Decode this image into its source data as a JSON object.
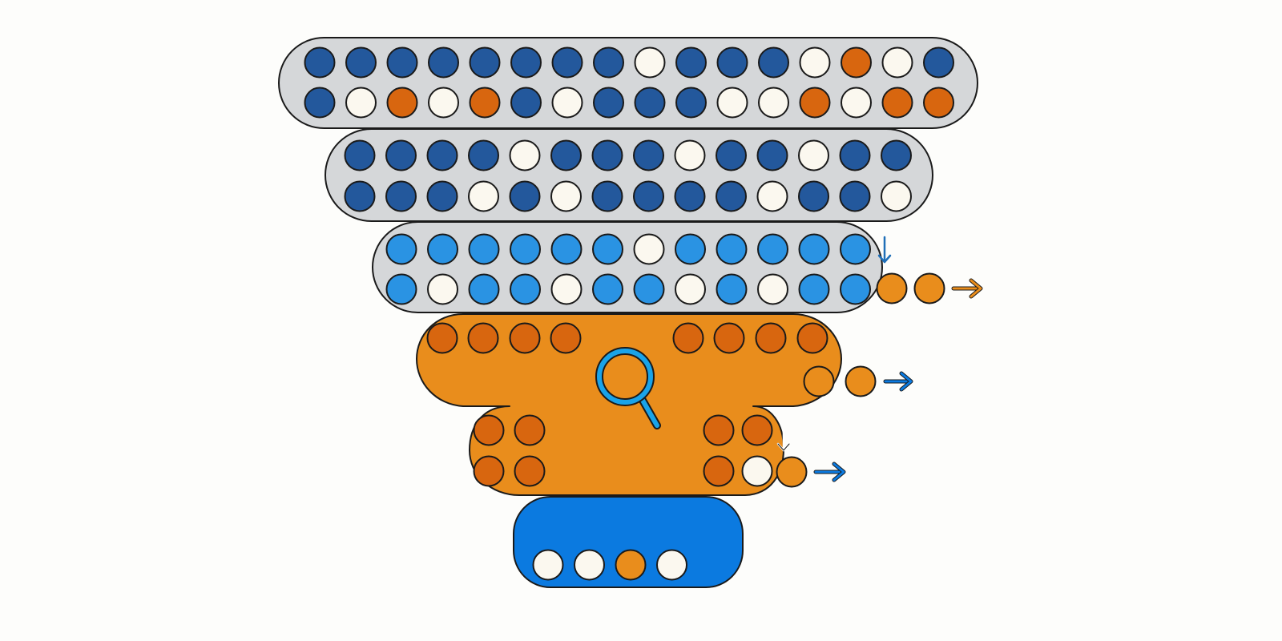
{
  "palette": {
    "background": "#fdfdfb",
    "outline": "#1a1a1a",
    "tier_gray": "#d5d7d9",
    "navy": "#23589c",
    "cream": "#fbf8ef",
    "rust": "#d8660f",
    "sky": "#2a93e3",
    "amber": "#e98d1c",
    "bright_blue": "#0b7ae0",
    "magnifier": "#1aa3e8"
  },
  "funnel": {
    "tiers": [
      {
        "name": "tier-1",
        "fill": "tier_gray",
        "rows": [
          [
            "navy",
            "navy",
            "navy",
            "navy",
            "navy",
            "navy",
            "navy",
            "navy",
            "cream",
            "navy",
            "navy",
            "navy",
            "cream",
            "rust",
            "cream",
            "navy"
          ],
          [
            "navy",
            "cream",
            "rust",
            "cream",
            "rust",
            "navy",
            "cream",
            "navy",
            "navy",
            "navy",
            "cream",
            "cream",
            "rust",
            "cream",
            "rust",
            "rust"
          ]
        ]
      },
      {
        "name": "tier-2",
        "fill": "tier_gray",
        "rows": [
          [
            "navy",
            "navy",
            "navy",
            "navy",
            "cream",
            "navy",
            "navy",
            "navy",
            "cream",
            "navy",
            "navy",
            "cream",
            "navy",
            "navy"
          ],
          [
            "navy",
            "navy",
            "navy",
            "cream",
            "navy",
            "cream",
            "navy",
            "navy",
            "navy",
            "navy",
            "cream",
            "navy",
            "navy",
            "cream"
          ]
        ]
      },
      {
        "name": "tier-3",
        "fill": "tier_gray",
        "rows": [
          [
            "sky",
            "sky",
            "sky",
            "sky",
            "sky",
            "sky",
            "cream",
            "sky",
            "sky",
            "sky",
            "sky",
            "sky"
          ],
          [
            "sky",
            "cream",
            "sky",
            "sky",
            "cream",
            "sky",
            "sky",
            "cream",
            "sky",
            "cream",
            "sky",
            "sky"
          ]
        ]
      },
      {
        "name": "tier-4-upper",
        "fill": "amber",
        "rows": [
          [
            "rust",
            "rust",
            "rust",
            "rust",
            "rust",
            "rust",
            "rust",
            "rust"
          ]
        ]
      },
      {
        "name": "tier-4-lower",
        "fill": "amber",
        "rows": [
          [
            "rust",
            "rust",
            "rust",
            "rust"
          ],
          [
            "rust",
            "rust",
            "rust",
            "cream"
          ]
        ]
      },
      {
        "name": "tier-5",
        "fill": "bright_blue",
        "rows": [
          [
            "cream",
            "cream",
            "amber",
            "cream"
          ]
        ]
      }
    ],
    "exits": [
      {
        "name": "exit-tier-3",
        "items": [
          "amber",
          "amber"
        ],
        "arrow_color": "amber"
      },
      {
        "name": "exit-tier-4-upper",
        "items": [
          "amber",
          "amber"
        ],
        "arrow_color": "bright_blue"
      },
      {
        "name": "exit-tier-4-lower",
        "items": [
          "amber"
        ],
        "arrow_color": "bright_blue"
      }
    ],
    "center_icon": "magnifier-icon"
  }
}
